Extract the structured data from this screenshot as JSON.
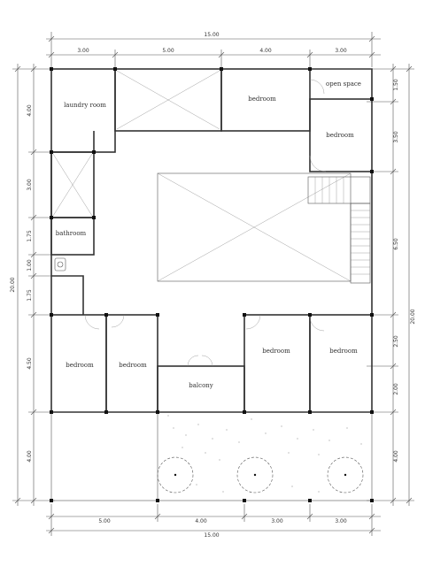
{
  "dimensions": {
    "top_total": "15.00",
    "top_segments": [
      "3.00",
      "5.00",
      "4.00",
      "3.00"
    ],
    "bottom_total": "15.00",
    "bottom_segments": [
      "5.00",
      "4.00",
      "3.00",
      "3.00"
    ],
    "left_total": "20.00",
    "left_segments": [
      "4.00",
      "3.00",
      "1.75",
      "1.00",
      "1.75",
      "4.50",
      "4.00"
    ],
    "right_total": "20.00",
    "right_segments": [
      "1.50",
      "3.50",
      "6.50",
      "2.50",
      "2.00",
      "4.00"
    ]
  },
  "rooms": {
    "laundry": "laundry room",
    "bedroom_top": "bedroom",
    "open_space": "open space",
    "bedroom_right": "bedroom",
    "bathroom": "bathroom",
    "bedroom_bl1": "bedroom",
    "bedroom_bl2": "bedroom",
    "balcony": "balcony",
    "bedroom_br1": "bedroom",
    "bedroom_br2": "bedroom"
  }
}
